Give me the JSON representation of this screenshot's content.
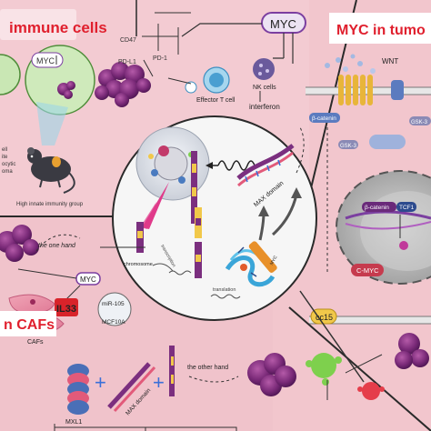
{
  "panels": {
    "immune": {
      "title": "immune cells",
      "myc": "MYC",
      "cd47": "CD47",
      "pdl1": "PD-L1",
      "pd1": "PD-1",
      "nk_cells": "NK cells",
      "effector_t": "Effector T cell",
      "interferon": "interferon",
      "myc_small": "MYC",
      "mouse_group": "High innate immunity group",
      "side_text": [
        "ell",
        "ite",
        "ocytic",
        "oma"
      ]
    },
    "tumor": {
      "title": "MYC in tumo",
      "wnt": "WNT",
      "beta_catenin_left": "β-catenin",
      "gsk_left": "GSK-3",
      "gsk_right": "GSK-3",
      "beta_catenin_nuc": "β-catenin",
      "tcf1": "TCF1",
      "cmyc": "C-MYC",
      "cc15": "cc15"
    },
    "cafs": {
      "title": "n CAFs",
      "one_hand": "the one hand",
      "myc": "MYC",
      "il33": "IL33",
      "cafs_label": "CAFs",
      "mir105": "miR-105",
      "mcf10a": "MCF10A",
      "other_hand": "the other hand",
      "mxl1": "MXL1",
      "max_domain": "MAX domain"
    },
    "center": {
      "max_domain": "MAX domain",
      "chromosome": "chromosome",
      "transcription": "transcription",
      "translation": "translation",
      "myc_label": "MYC"
    }
  },
  "colors": {
    "panel_bg": "#f3c8cf",
    "panel_bg_right": "#f1c4cb",
    "divider": "#2a2a2a",
    "title_red": "#e0202e",
    "myc_purple": "#7b3fa0",
    "tumor_purple": "#6a2a7a",
    "il33_red": "#d8232a",
    "membrane_yellow": "#e8b53a"
  },
  "icons": [
    "mouse-icon",
    "tumor-cluster-icon",
    "t-cell-icon",
    "nk-cell-icon",
    "cell-nucleus-icon",
    "dna-helix-icon",
    "protein-ribbon-icon",
    "receptor-icon",
    "wave-icon"
  ]
}
